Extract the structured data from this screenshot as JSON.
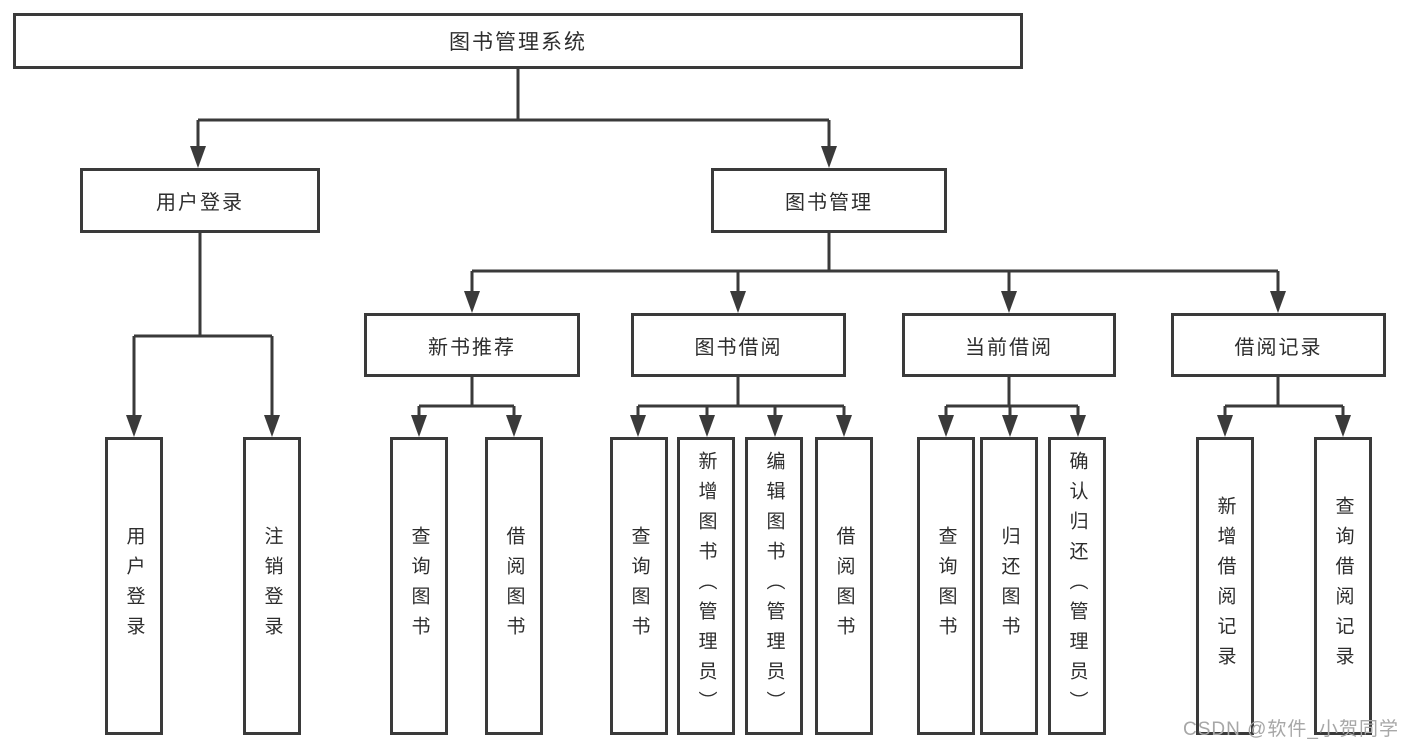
{
  "diagram": {
    "title": "图书管理系统",
    "watermark": "CSDN @软件_小贺同学",
    "colors": {
      "line": "#3a3a3a",
      "text": "#2d2d2d",
      "box_fill": "#ffffff",
      "watermark": "#a7a7a7"
    },
    "nodes": {
      "root": {
        "label": "图书管理系统"
      },
      "user_login": {
        "label": "用户登录"
      },
      "book_mgmt": {
        "label": "图书管理"
      },
      "new_book_rec": {
        "label": "新书推荐"
      },
      "book_borrow": {
        "label": "图书借阅"
      },
      "current_borrow": {
        "label": "当前借阅"
      },
      "borrow_records": {
        "label": "借阅记录"
      },
      "leaf_user_login": {
        "label": "用户登录"
      },
      "leaf_logout": {
        "label": "注销登录"
      },
      "leaf_query_book_rec": {
        "label": "查询图书"
      },
      "leaf_borrow_book_rec": {
        "label": "借阅图书"
      },
      "leaf_query_book_borrow": {
        "label": "查询图书"
      },
      "leaf_add_book_admin": {
        "label": "新增图书（管理员）"
      },
      "leaf_edit_book_admin": {
        "label": "编辑图书（管理员）"
      },
      "leaf_borrow_book_borrow": {
        "label": "借阅图书"
      },
      "leaf_query_book_current": {
        "label": "查询图书"
      },
      "leaf_return_book": {
        "label": "归还图书"
      },
      "leaf_confirm_return_admin": {
        "label": "确认归还（管理员）"
      },
      "leaf_add_borrow_record": {
        "label": "新增借阅记录"
      },
      "leaf_query_borrow_record": {
        "label": "查询借阅记录"
      }
    }
  }
}
